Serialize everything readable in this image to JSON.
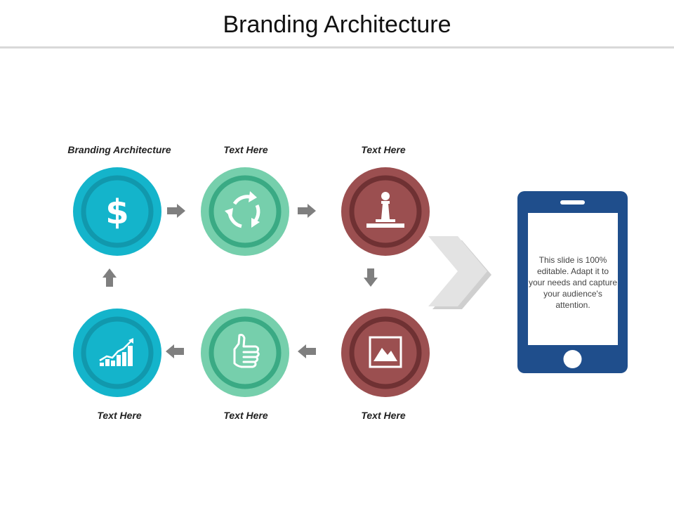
{
  "slide": {
    "title": "Branding Architecture"
  },
  "colors": {
    "teal": "#14b4cb",
    "teal_ring": "#1198ad",
    "mint": "#76cfac",
    "mint_ring": "#3aaa84",
    "maroon": "#9b4f50",
    "maroon_ring": "#6f3133",
    "arrow": "#7f7f7f",
    "phone": "#1f4e8c"
  },
  "nodes": [
    {
      "label": "Branding Architecture",
      "icon": "dollar-icon"
    },
    {
      "label": "Text Here",
      "icon": "refresh-cycle-icon"
    },
    {
      "label": "Text Here",
      "icon": "chess-pawn-icon"
    },
    {
      "label": "Text Here",
      "icon": "image-icon"
    },
    {
      "label": "Text Here",
      "icon": "thumbs-up-icon"
    },
    {
      "label": "Text Here",
      "icon": "growth-chart-icon"
    }
  ],
  "phone": {
    "text": "This slide is 100% editable. Adapt it to your needs and capture your audience's attention."
  }
}
